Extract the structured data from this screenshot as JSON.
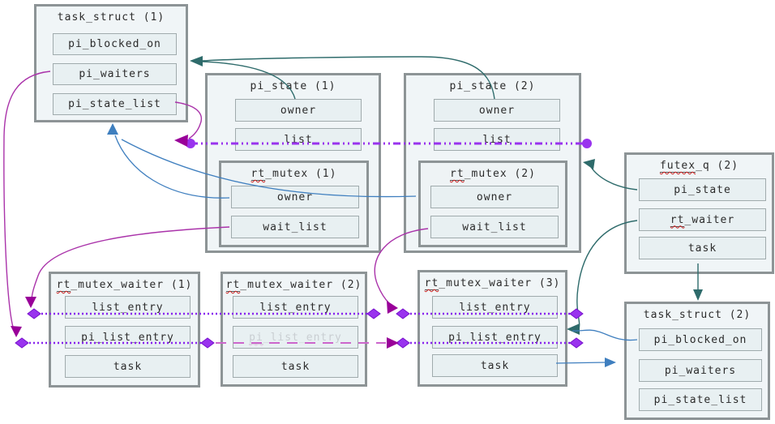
{
  "colors": {
    "teal_arrow": "#2e6b6b",
    "blue_arrow": "#3f7fbf",
    "purple_list_link": "#9933ee",
    "purple_dotted_link": "#8822ee",
    "magenta_curve": "#aa33aa",
    "magenta_arrowhead": "#990099",
    "removed_link_pink": "#cc66cc",
    "spellcheck_red": "#cc2222",
    "box_border": "#8d9496",
    "field_fill": "#e8f0f2"
  },
  "boxes": {
    "task_struct_1": {
      "title": {
        "pre": "",
        "label": "task_struct (1)"
      },
      "fields": [
        {
          "pre": "",
          "label": "pi_blocked_on"
        },
        {
          "pre": "",
          "label": "pi_waiters"
        },
        {
          "pre": "",
          "label": "pi_state_list"
        }
      ]
    },
    "pi_state_1": {
      "title": {
        "pre": "",
        "label": "pi_state (1)"
      },
      "fields": [
        {
          "pre": "",
          "label": "owner"
        },
        {
          "pre": "",
          "label": "list"
        }
      ]
    },
    "rt_mutex_1": {
      "title": {
        "pre": "rt",
        "label": "_mutex (1)"
      },
      "fields": [
        {
          "pre": "",
          "label": "owner"
        },
        {
          "pre": "",
          "label": "wait_list"
        }
      ]
    },
    "pi_state_2": {
      "title": {
        "pre": "",
        "label": "pi_state (2)"
      },
      "fields": [
        {
          "pre": "",
          "label": "owner"
        },
        {
          "pre": "",
          "label": "list"
        }
      ]
    },
    "rt_mutex_2": {
      "title": {
        "pre": "rt",
        "label": "_mutex (2)"
      },
      "fields": [
        {
          "pre": "",
          "label": "owner"
        },
        {
          "pre": "",
          "label": "wait_list"
        }
      ]
    },
    "futex_q_2": {
      "title": {
        "pre": "futex",
        "label": "_q (2)"
      },
      "fields": [
        {
          "pre": "",
          "label": "pi_state"
        },
        {
          "pre": "rt",
          "label": "_waiter"
        },
        {
          "pre": "",
          "label": "task"
        }
      ]
    },
    "task_struct_2": {
      "title": {
        "pre": "",
        "label": "task_struct (2)"
      },
      "fields": [
        {
          "pre": "",
          "label": "pi_blocked_on"
        },
        {
          "pre": "",
          "label": "pi_waiters"
        },
        {
          "pre": "",
          "label": "pi_state_list"
        }
      ]
    },
    "rt_mutex_waiter_1": {
      "title": {
        "pre": "rt",
        "label": "_mutex_waiter (1)"
      },
      "fields": [
        {
          "pre": "",
          "label": "list_entry"
        },
        {
          "pre": "",
          "label": "pi_list_entry"
        },
        {
          "pre": "",
          "label": "task"
        }
      ]
    },
    "rt_mutex_waiter_2": {
      "title": {
        "pre": "rt",
        "label": "_mutex_waiter (2)"
      },
      "fields": [
        {
          "pre": "",
          "label": "list_entry"
        },
        {
          "pre": "pi",
          "label": "_list_entry"
        },
        {
          "pre": "",
          "label": "task"
        }
      ]
    },
    "rt_mutex_waiter_3": {
      "title": {
        "pre": "rt",
        "label": "_mutex_waiter (3)"
      },
      "fields": [
        {
          "pre": "",
          "label": "list_entry"
        },
        {
          "pre": "",
          "label": "pi_list_entry"
        },
        {
          "pre": "",
          "label": "task"
        }
      ]
    }
  }
}
